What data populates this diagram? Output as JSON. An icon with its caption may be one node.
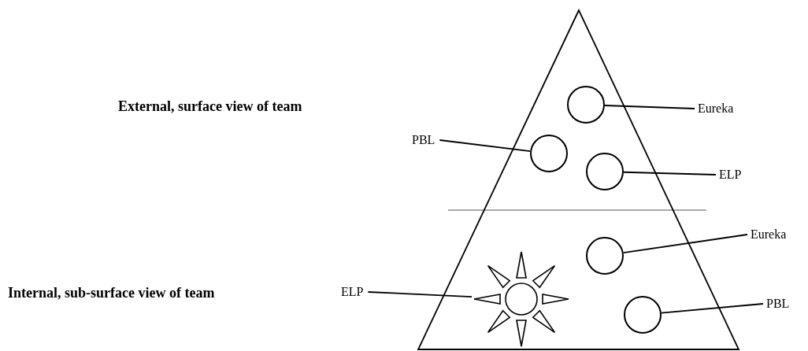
{
  "diagram": {
    "nodes": [
      {
        "text": [],
        "shape": "triangle"
      },
      {
        "text": [],
        "shape": "circle",
        "in": 0
      },
      {
        "text": [],
        "shape": "circle",
        "in": 0
      },
      {
        "text": [],
        "shape": "circle",
        "in": 0
      },
      {
        "text": [],
        "shape": "circle",
        "in": 0
      },
      {
        "text": [],
        "shape": "picture",
        "in": 0
      },
      {
        "text": [],
        "shape": "circle",
        "in": 0
      },
      {
        "text": [
          "PBL"
        ]
      },
      {
        "text": [
          "Eureka"
        ]
      },
      {
        "text": [
          "ELP"
        ]
      },
      {
        "text": [
          "Eureka"
        ]
      },
      {
        "text": [
          "ELP"
        ]
      },
      {
        "text": [
          "PBL"
        ]
      }
    ],
    "edges": [
      {
        "from": 7,
        "to": 2,
        "arrow": "none"
      },
      {
        "from": 8,
        "to": 1,
        "arrow": "none"
      },
      {
        "from": 9,
        "to": 3,
        "arrow": "none"
      },
      {
        "from": 10,
        "to": 4,
        "arrow": "none"
      },
      {
        "from": 11,
        "to": 5,
        "arrow": "none"
      },
      {
        "from": 12,
        "to": 6,
        "arrow": "none"
      }
    ],
    "labels": [
      "External, surface view of team",
      "Internal, sub-surface view of team"
    ]
  }
}
